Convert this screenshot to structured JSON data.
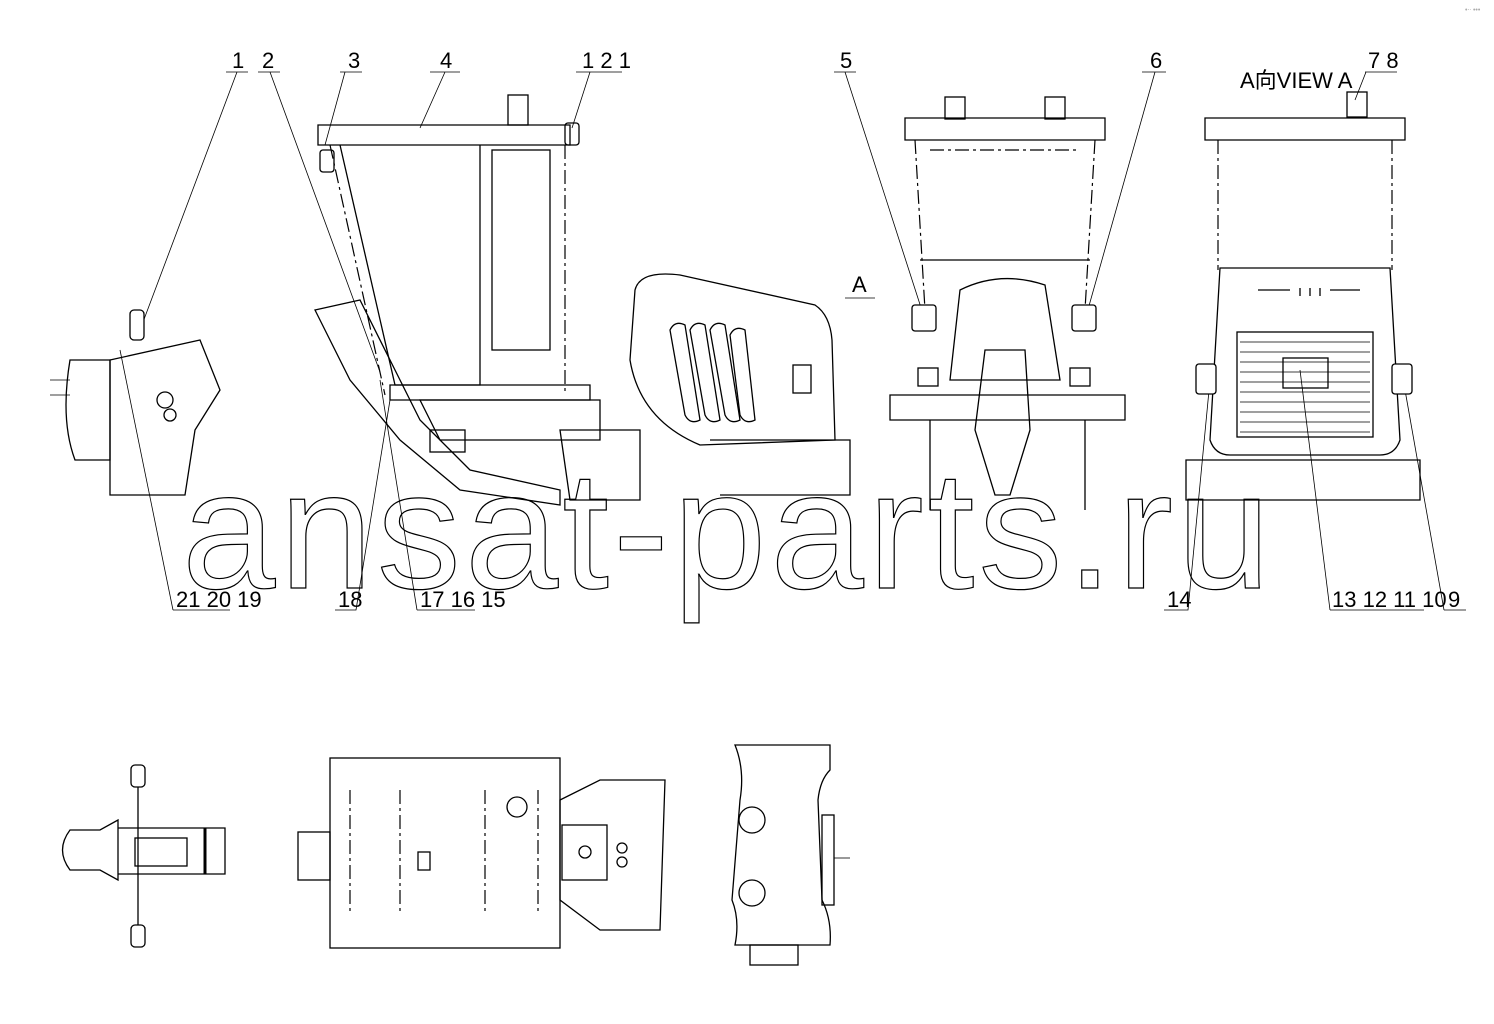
{
  "callouts": {
    "c1": "1",
    "c2": "2",
    "c3": "3",
    "c4": "4",
    "c121": "1 2 1",
    "c5": "5",
    "c6": "6",
    "c78": "7 8",
    "c212019": "21 20 19",
    "c18": "18",
    "c171615": "17 16 15",
    "c14": "14",
    "c13121110": "13 12 11 10",
    "c9": "9"
  },
  "view_mark": "A",
  "view_title": "A向VIEW A",
  "watermark": "ansat-parts.ru",
  "corner_mark": "•ᐧᐧ •••"
}
